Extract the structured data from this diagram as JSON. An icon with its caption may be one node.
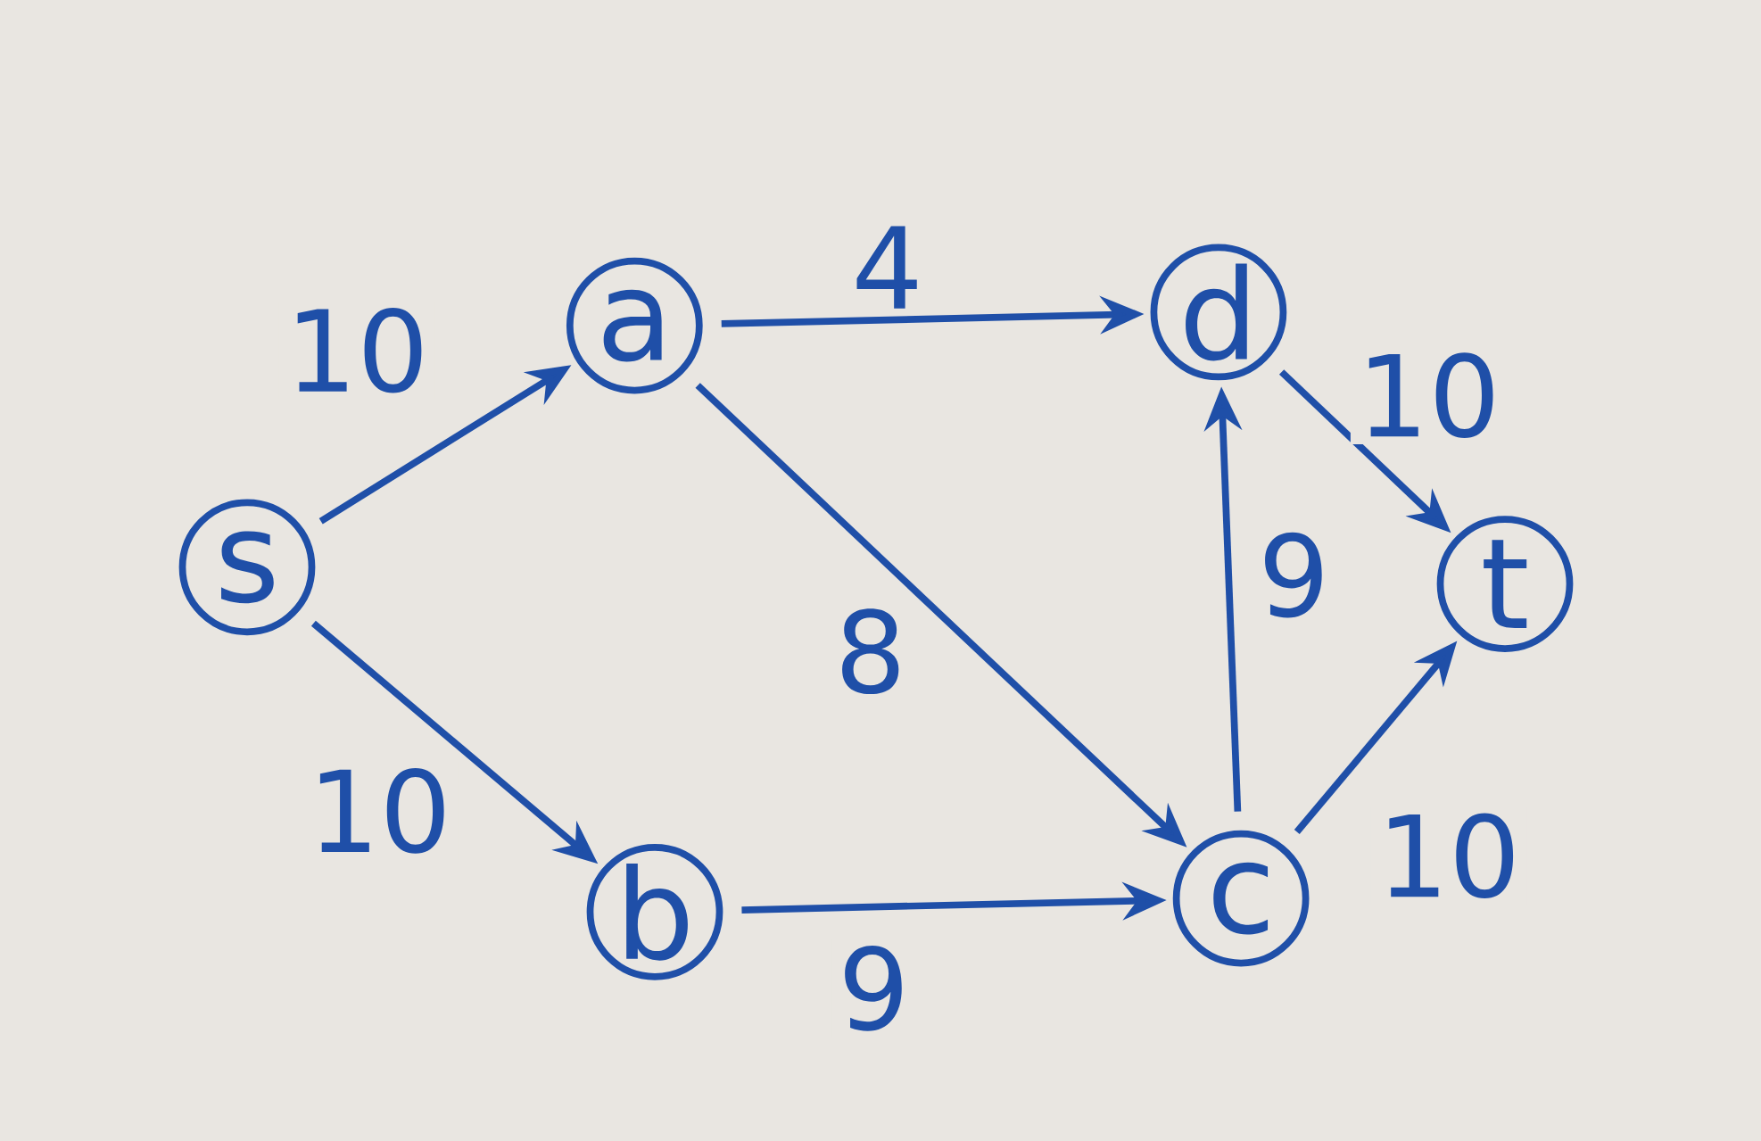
{
  "diagram": {
    "nodes": [
      {
        "text": [
          "s"
        ]
      },
      {
        "text": [
          "a"
        ]
      },
      {
        "text": [
          "b"
        ]
      },
      {
        "text": [
          "d"
        ]
      },
      {
        "text": [
          "c"
        ]
      },
      {
        "text": [
          "t"
        ]
      }
    ],
    "edges": [
      {
        "from": 0,
        "to": 1,
        "arrow": "to",
        "label": "10"
      },
      {
        "from": 0,
        "to": 2,
        "arrow": "to",
        "label": "10"
      },
      {
        "from": 1,
        "to": 3,
        "arrow": "to",
        "label": "4"
      },
      {
        "from": 1,
        "to": 4,
        "arrow": "to",
        "label": "8"
      },
      {
        "from": 2,
        "to": 4,
        "arrow": "to",
        "label": "9"
      },
      {
        "from": 4,
        "to": 3,
        "arrow": "to",
        "label": "9"
      },
      {
        "from": 3,
        "to": 5,
        "arrow": "to",
        "label": "10"
      },
      {
        "from": 4,
        "to": 5,
        "arrow": "to",
        "label": "10"
      }
    ]
  }
}
